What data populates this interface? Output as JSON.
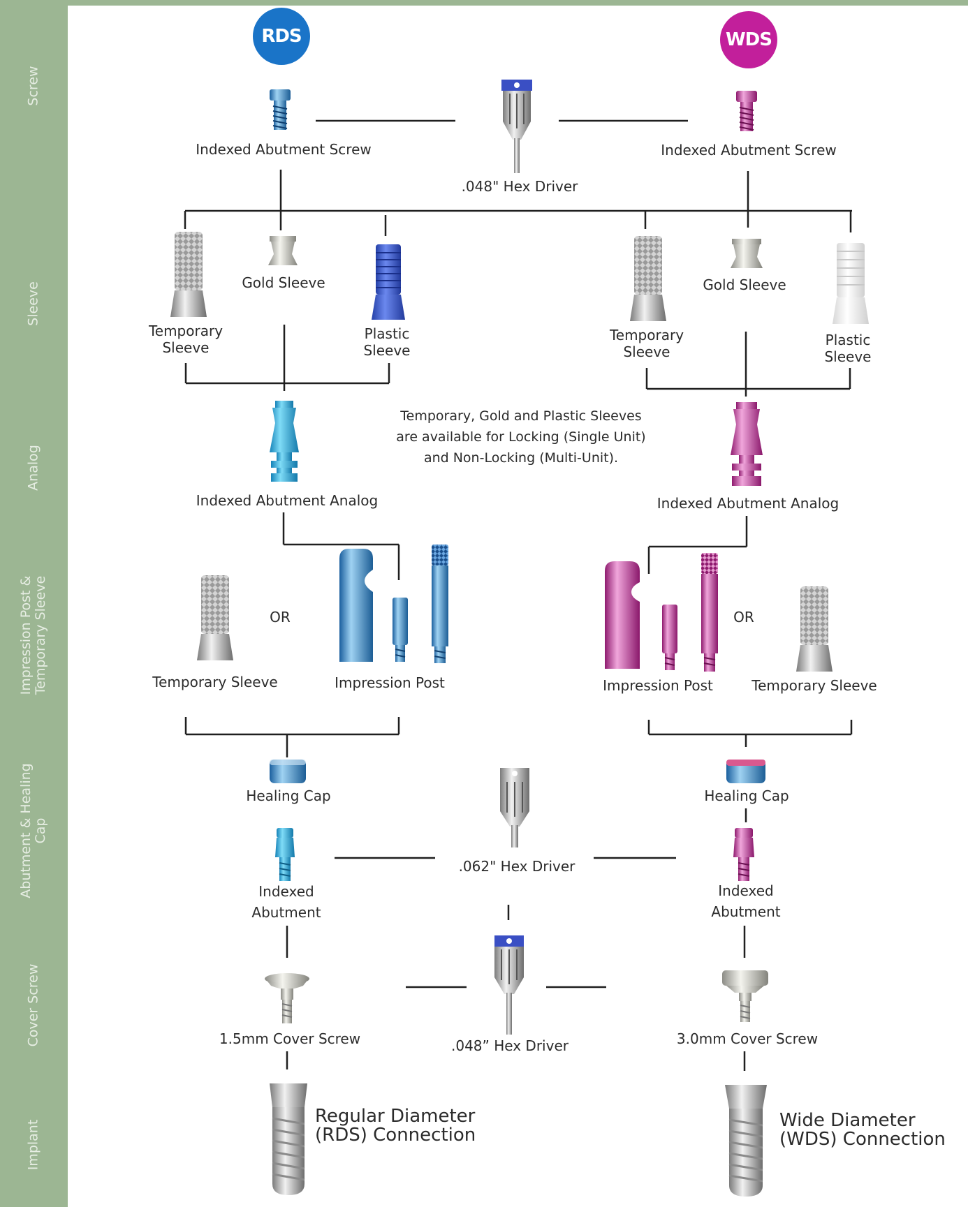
{
  "colors": {
    "sidebar": "#9cb693",
    "rds": "#1a74c8",
    "wds": "#c21f9b",
    "line": "#1f1f1f"
  },
  "badges": {
    "rds": "RDS",
    "wds": "WDS"
  },
  "stages": [
    "Screw",
    "Sleeve",
    "Analog",
    "Impression Post &\nTemporary Sleeve",
    "Abutment & Healing\nCap",
    "Cover Screw",
    "Implant"
  ],
  "labels": {
    "rds_screw": "Indexed Abutment Screw",
    "wds_screw": "Indexed Abutment Screw",
    "driver_048_top": ".048\" Hex Driver",
    "rds_temp_sleeve": "Temporary\nSleeve",
    "rds_gold_sleeve": "Gold Sleeve",
    "rds_plastic_sleeve": "Plastic\nSleeve",
    "wds_temp_sleeve": "Temporary\nSleeve",
    "wds_gold_sleeve": "Gold Sleeve",
    "wds_plastic_sleeve": "Plastic\nSleeve",
    "rds_analog": "Indexed Abutment Analog",
    "wds_analog": "Indexed Abutment Analog",
    "rds_or": "OR",
    "wds_or": "OR",
    "rds_imp_temp_sleeve": "Temporary Sleeve",
    "rds_imp_post": "Impression Post",
    "wds_imp_post": "Impression Post",
    "wds_imp_temp_sleeve": "Temporary Sleeve",
    "rds_healing_cap": "Healing Cap",
    "wds_healing_cap": "Healing Cap",
    "driver_062": ".062\" Hex Driver",
    "rds_abutment": "Indexed\nAbutment",
    "wds_abutment": "Indexed\nAbutment",
    "rds_cover_screw": "1.5mm Cover Screw",
    "driver_048_bottom": ".048” Hex Driver",
    "wds_cover_screw": "3.0mm Cover Screw",
    "rds_implant": "Regular Diameter\n(RDS) Connection",
    "wds_implant": "Wide Diameter\n(WDS) Connection"
  },
  "note": "Temporary, Gold and Plastic Sleeves\nare available for Locking (Single Unit)\nand Non-Locking (Multi-Unit)."
}
